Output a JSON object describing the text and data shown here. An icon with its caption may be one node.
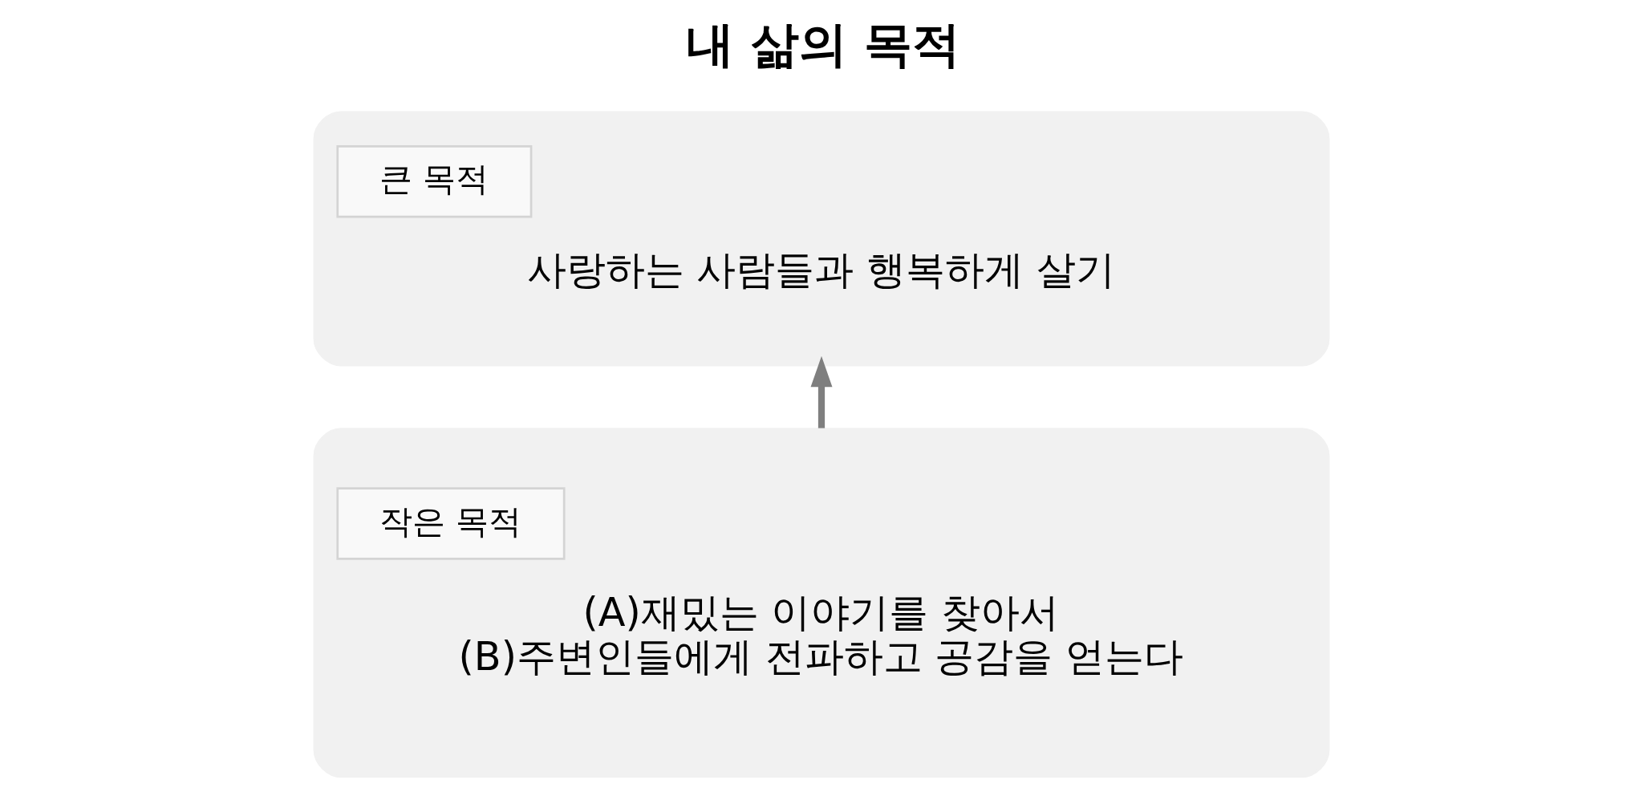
{
  "diagram": {
    "title": "내 삶의 목적",
    "nodes": [
      {
        "text": [
          "큰 목적",
          "사랑하는 사람들과 행복하게 살기"
        ]
      },
      {
        "text": [
          "작은 목적",
          "(A)재밌는 이야기를 찾아서",
          "(B)주변인들에게 전파하고 공감을 얻는다"
        ]
      }
    ],
    "edges": [
      {
        "from": 1,
        "to": 0,
        "arrow": "to"
      }
    ]
  }
}
